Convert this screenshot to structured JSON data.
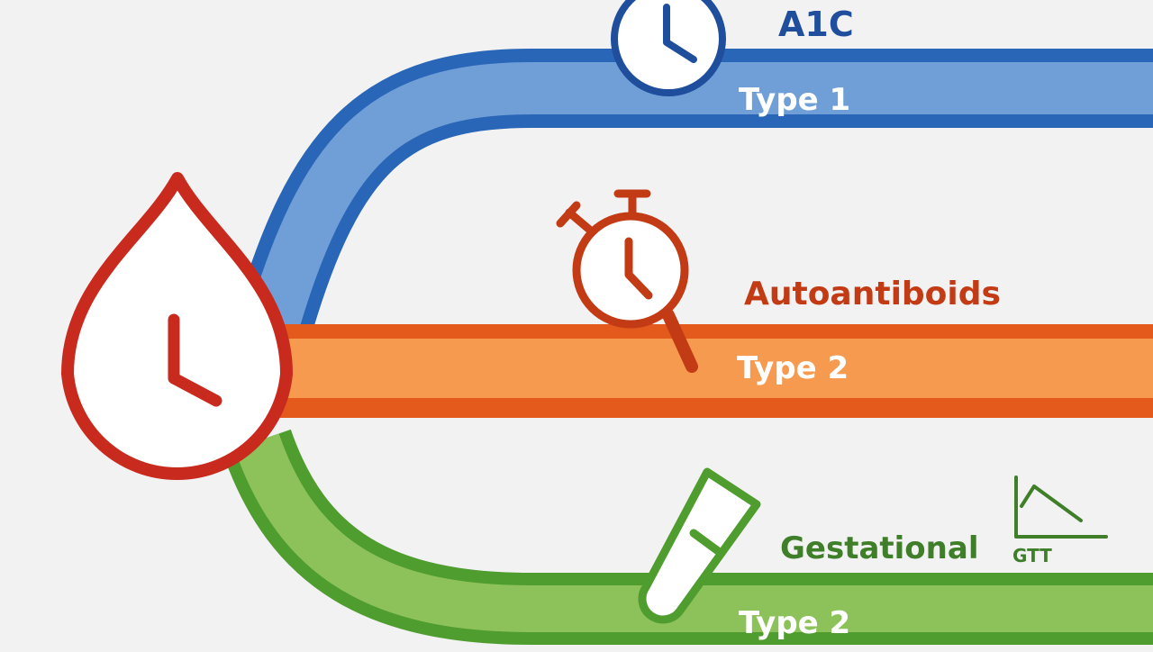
{
  "colors": {
    "background": "#f2f2f2",
    "blue_dark": "#2a66b8",
    "blue_light": "#6f9fd6",
    "blue_text": "#1f4f9c",
    "orange_dark": "#e35a1c",
    "orange_light": "#f59a4e",
    "red": "#c92a1e",
    "red_text": "#c23b15",
    "green_dark": "#4f9c2f",
    "green_light": "#8dc25a",
    "green_text": "#3f7f2a",
    "white_text": "#ffffff"
  },
  "paths": {
    "top": {
      "label": "Type 1",
      "marker_label": "A1C",
      "marker_icon": "clock-icon"
    },
    "middle": {
      "label": "Type 2",
      "marker_label": "Autoantiboids",
      "marker_icon": "stopwatch-magnifier-icon"
    },
    "bottom": {
      "label": "Type 2",
      "marker_label": "Gestational",
      "marker_icon": "test-tube-icon",
      "chart_label": "GTT"
    }
  },
  "source_icon": "blood-drop-clock-icon"
}
